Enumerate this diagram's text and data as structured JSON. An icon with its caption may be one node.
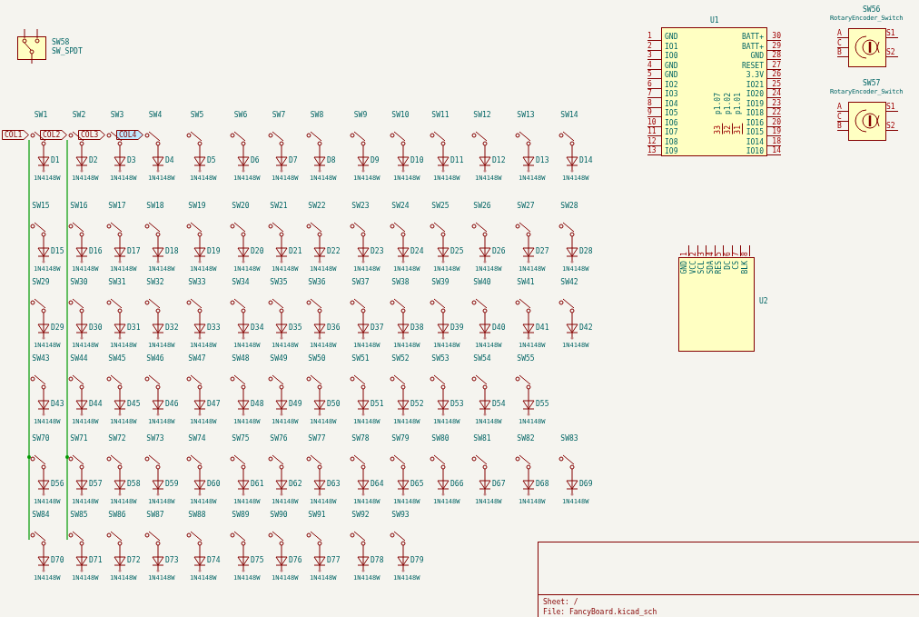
{
  "diagram": {
    "nodes": [
      {
        "text": [
          "SW58",
          "SW_SPDT"
        ]
      },
      {
        "text": [
          "U1",
          "GND",
          "IO1",
          "IO0",
          "GND",
          "GND",
          "IO2",
          "IO3",
          "IO4",
          "IO5",
          "IO6",
          "IO7",
          "IO8",
          "IO9",
          "BATT+",
          "BATT+",
          "GND",
          "RESET",
          "3.3V",
          "IO21",
          "IO20",
          "IO19",
          "IO18",
          "IO16",
          "IO15",
          "IO14",
          "IO10",
          "p1.07",
          "p1.02",
          "p1.01",
          "33",
          "32",
          "31"
        ],
        "beside": [
          "1",
          "2",
          "3",
          "4",
          "5",
          "6",
          "7",
          "8",
          "9",
          "10",
          "11",
          "12",
          "13",
          "30",
          "29",
          "28",
          "27",
          "26",
          "25",
          "24",
          "23",
          "22",
          "20",
          "19",
          "18",
          "14"
        ]
      },
      {
        "text": [
          "SW56",
          "RotaryEncoder_Switch",
          "A",
          "C",
          "B",
          "S1",
          "S2"
        ]
      },
      {
        "text": [
          "SW57",
          "RotaryEncoder_Switch",
          "A",
          "C",
          "B",
          "S1",
          "S2"
        ]
      },
      {
        "text": [
          "COL1"
        ]
      },
      {
        "text": [
          "COL2"
        ]
      },
      {
        "text": [
          "COL3"
        ]
      },
      {
        "text": [
          "COL4"
        ]
      },
      {
        "text": [
          "U2",
          "GND",
          "VCC",
          "SCL",
          "SDA",
          "RES",
          "DC",
          "CS",
          "BLK"
        ],
        "beside": [
          "1",
          "2",
          "3",
          "4",
          "5",
          "6",
          "7",
          "8"
        ]
      },
      {
        "text": [
          "Sheet: /",
          "File: FancyBoard.kicad_sch"
        ]
      }
    ],
    "edges": [
      {
        "from": 4,
        "to": null,
        "arrow": "none",
        "color": "#009900"
      },
      {
        "from": 5,
        "to": null,
        "arrow": "none",
        "color": "#009900"
      }
    ],
    "labels": [
      "SW1",
      "SW2",
      "SW3",
      "SW4",
      "SW5",
      "SW6",
      "SW7",
      "SW8",
      "SW9",
      "SW10",
      "SW11",
      "SW12",
      "SW13",
      "SW14",
      "D1",
      "1N4148W",
      "D2",
      "1N4148W",
      "D3",
      "1N4148W",
      "D4",
      "1N4148W",
      "D5",
      "1N4148W",
      "D6",
      "1N4148W",
      "D7",
      "1N4148W",
      "D8",
      "1N4148W",
      "D9",
      "1N4148W",
      "D10",
      "1N4148W",
      "D11",
      "1N4148W",
      "D12",
      "1N4148W",
      "D13",
      "1N4148W",
      "D14",
      "1N4148W",
      "SW15",
      "SW16",
      "SW17",
      "SW18",
      "SW19",
      "SW20",
      "SW21",
      "SW22",
      "SW23",
      "SW24",
      "SW25",
      "SW26",
      "SW27",
      "SW28",
      "D15",
      "1N4148W",
      "D16",
      "1N4148W",
      "D17",
      "1N4148W",
      "D18",
      "1N4148W",
      "D19",
      "1N4148W",
      "D20",
      "1N4148W",
      "D21",
      "1N4148W",
      "D22",
      "1N4148W",
      "D23",
      "1N4148W",
      "D24",
      "1N4148W",
      "D25",
      "1N4148W",
      "D26",
      "1N4148W",
      "D27",
      "1N4148W",
      "D28",
      "1N4148W",
      "SW29",
      "SW30",
      "SW31",
      "SW32",
      "SW33",
      "SW34",
      "SW35",
      "SW36",
      "SW37",
      "SW38",
      "SW39",
      "SW40",
      "SW41",
      "SW42",
      "D29",
      "1N4148W",
      "D30",
      "1N4148W",
      "D31",
      "1N4148W",
      "D32",
      "1N4148W",
      "D33",
      "1N4148W",
      "D34",
      "1N4148W",
      "D35",
      "1N4148W",
      "D36",
      "1N4148W",
      "D37",
      "1N4148W",
      "D38",
      "1N4148W",
      "D39",
      "1N4148W",
      "D40",
      "1N4148W",
      "D41",
      "1N4148W",
      "D42",
      "1N4148W",
      "SW43",
      "SW44",
      "SW45",
      "SW46",
      "SW47",
      "SW48",
      "SW49",
      "SW50",
      "SW51",
      "SW52",
      "SW53",
      "SW54",
      "SW55",
      "D43",
      "1N4148W",
      "D44",
      "1N4148W",
      "D45",
      "1N4148W",
      "D46",
      "1N4148W",
      "D47",
      "1N4148W",
      "D48",
      "1N4148W",
      "D49",
      "1N4148W",
      "D50",
      "1N4148W",
      "D51",
      "1N4148W",
      "D52",
      "1N4148W",
      "D53",
      "1N4148W",
      "D54",
      "1N4148W",
      "D55",
      "1N4148W",
      "SW70",
      "SW71",
      "SW72",
      "SW73",
      "SW74",
      "SW75",
      "SW76",
      "SW77",
      "SW78",
      "SW79",
      "SW80",
      "SW81",
      "SW82",
      "SW83",
      "D56",
      "1N4148W",
      "D57",
      "1N4148W",
      "D58",
      "1N4148W",
      "D59",
      "1N4148W",
      "D60",
      "1N4148W",
      "D61",
      "1N4148W",
      "D62",
      "1N4148W",
      "D63",
      "1N4148W",
      "D64",
      "1N4148W",
      "D65",
      "1N4148W",
      "D66",
      "1N4148W",
      "D67",
      "1N4148W",
      "D68",
      "1N4148W",
      "D69",
      "1N4148W",
      "SW84",
      "SW85",
      "SW86",
      "SW87",
      "SW88",
      "SW89",
      "SW90",
      "SW91",
      "SW92",
      "SW93",
      "D70",
      "1N4148W",
      "D71",
      "1N4148W",
      "D72",
      "1N4148W",
      "D73",
      "1N4148W",
      "D74",
      "1N4148W",
      "D75",
      "1N4148W",
      "D76",
      "1N4148W",
      "D77",
      "1N4148W",
      "D78",
      "1N4148W",
      "D79",
      "1N4148W"
    ]
  }
}
